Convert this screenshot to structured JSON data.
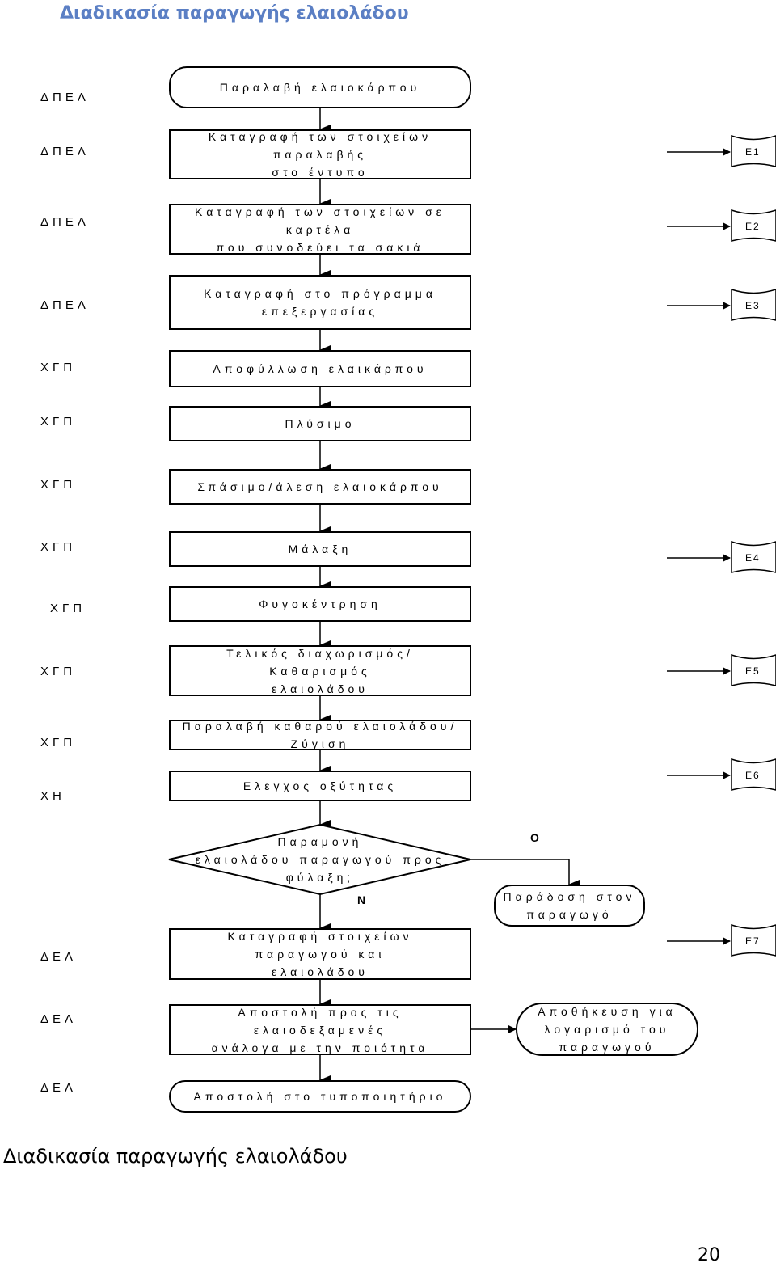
{
  "title": "Διαδικασία παραγωγής ελαιολάδου",
  "roles": {
    "r1": "ΔΠΕΛ",
    "r2": "ΔΠΕΛ",
    "r3": "ΔΠΕΛ",
    "r4": "ΔΠΕΛ",
    "r5": "ΧΓΠ",
    "r6": "ΧΓΠ",
    "r7": "ΧΓΠ",
    "r8": "ΧΓΠ",
    "r9": "ΧΓΠ",
    "r10": "ΧΓΠ",
    "r11": "ΧΓΠ",
    "r12": "ΧΗ",
    "r13": "ΔΕΛ",
    "r14": "ΔΕΛ",
    "r15": "ΔΕΛ"
  },
  "steps": {
    "s1": "Παραλαβή ελαιοκάρπου",
    "s2a": "Καταγραφή των στοιχείων παραλαβής",
    "s2b": "στο έντυπο",
    "s3a": "Καταγραφή των στοιχείων σε καρτέλα",
    "s3b": "που συνοδεύει τα σακιά",
    "s4a": "Καταγραφή στο πρόγραμμα",
    "s4b": "επεξεργασίας",
    "s5": "Αποφύλλωση ελαικάρπου",
    "s6": "Πλύσιμο",
    "s7": "Σπάσιμο/άλεση ελαιοκάρπου",
    "s8": "Μάλαξη",
    "s9": "Φυγοκέντρηση",
    "s10a": "Τελικός διαχωρισμός/ Καθαρισμός",
    "s10b": "ελαιολάδου",
    "s11": "Παραλαβή καθαρού ελαιολάδου/Ζύγιση",
    "s12": "Ελεγχος οξύτητας",
    "decision_a": "Παραμονή",
    "decision_b": "ελαιολάδου παραγωγού προς",
    "decision_c": "φύλαξη;",
    "yes_label": "Ο",
    "no_label": "Ν",
    "side1a": "Παράδοση στον",
    "side1b": "παραγωγό",
    "s13a": "Καταγραφή στοιχείων παραγωγού και",
    "s13b": "ελαιολάδου",
    "s14a": "Αποστολή προς τις ελαιοδεξαμενές",
    "s14b": "ανάλογα με την ποιότητα",
    "side2a": "Αποθήκευση για",
    "side2b": "λογαρισμό του",
    "side2c": "παραγωγού",
    "s15": "Αποστολή στο τυποποιητήριο"
  },
  "documents": {
    "e1": "Ε1",
    "e2": "Ε2",
    "e3": "Ε3",
    "e4": "Ε4",
    "e5": "Ε5",
    "e6": "Ε6",
    "e7": "Ε7"
  },
  "caption": "Διαδικασία παραγωγής ελαιολάδου",
  "page_number": "20"
}
